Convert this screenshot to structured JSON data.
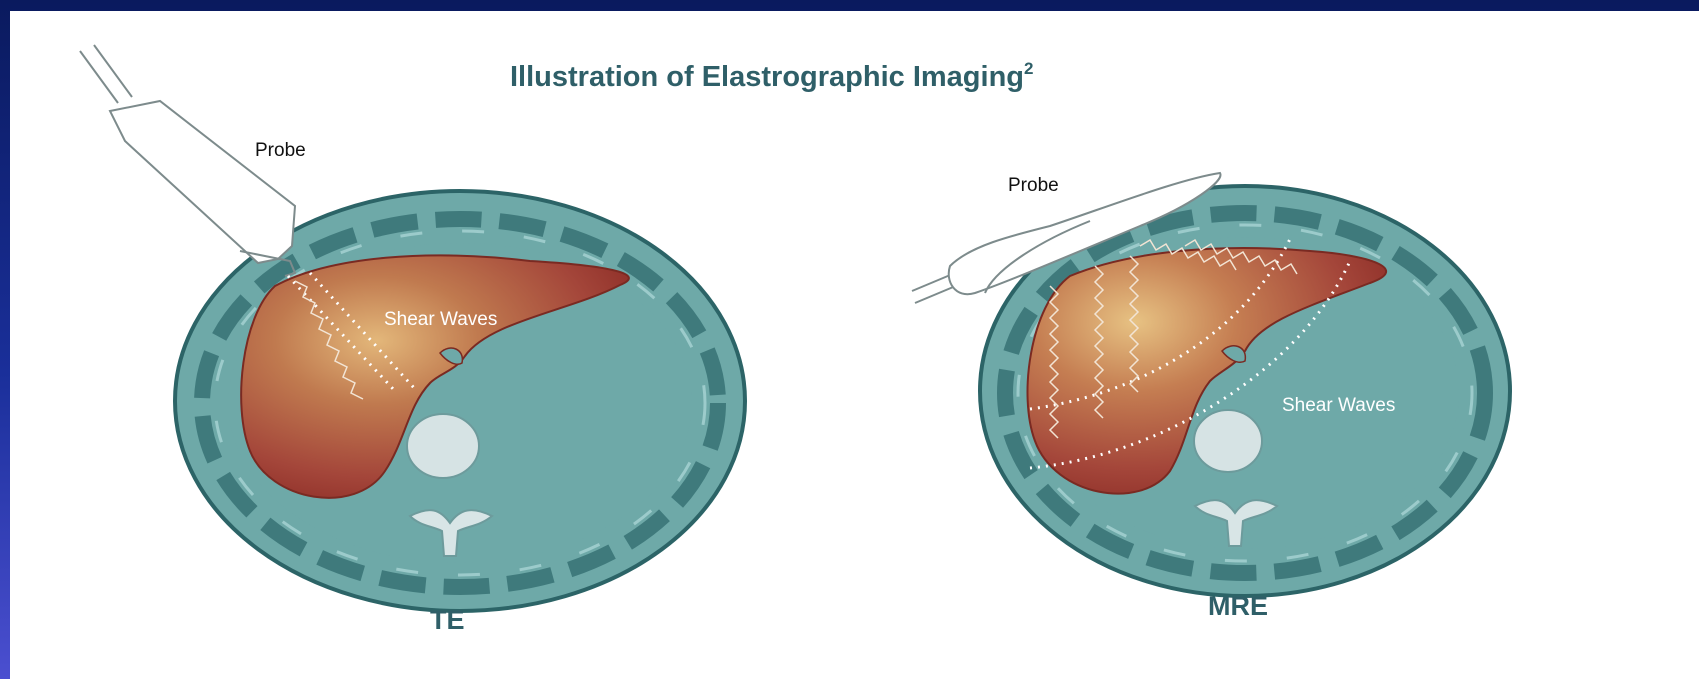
{
  "title": {
    "text": "Illustration of Elastrographic Imaging",
    "superscript": "2"
  },
  "panels": [
    {
      "caption": "TE",
      "probe_label": "Probe",
      "waves_label": "Shear Waves"
    },
    {
      "caption": "MRE",
      "probe_label": "Probe",
      "waves_label": "Shear Waves"
    }
  ],
  "colors": {
    "background": "#0a1a5e",
    "slide": "#ffffff",
    "body_fill": "#6fa9a9",
    "body_outline": "#2f6366",
    "liver": "#9a3a2c",
    "title": "#2f5f68"
  }
}
